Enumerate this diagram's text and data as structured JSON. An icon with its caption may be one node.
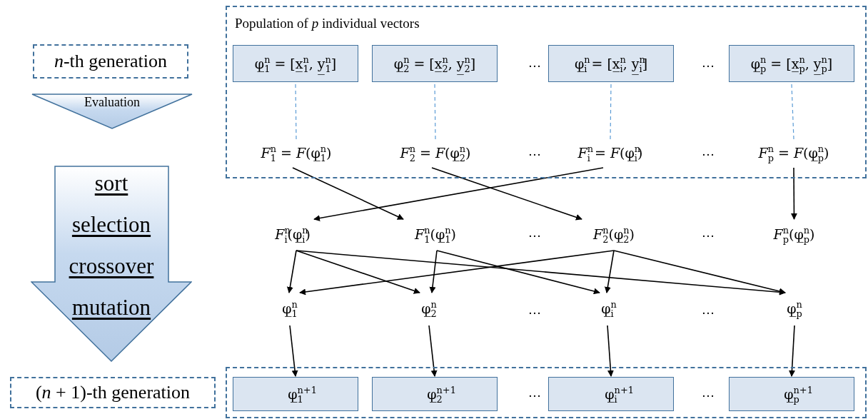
{
  "diagram": {
    "nodes": [
      {
        "text": [
          "*n*-th generation"
        ]
      },
      {
        "text": [
          "Evaluation"
        ]
      },
      {
        "text": [
          "sort",
          "selection",
          "crossover",
          "mutation"
        ]
      },
      {
        "text": [
          "(*n* + 1)-th generation"
        ]
      },
      {
        "text": [
          "Population of *p* individual vectors"
        ]
      },
      {
        "text": [
          "φ̲$^{n}$$_{1}$ = [x̲$^{n}$$_{1}$, y̲$^{n}$$_{1}$]"
        ],
        "in": 4
      },
      {
        "text": [
          "φ̲$^{n}$$_{2}$ = [x̲$^{n}$$_{2}$, y̲$^{n}$$_{2}$]"
        ],
        "in": 4
      },
      {
        "text": [
          "φ̲$^{n}$$_{i}$ = [x̲$^{n}$$_{i}$, y̲$^{n}$$_{i}$]"
        ],
        "in": 4
      },
      {
        "text": [
          "φ̲$^{n}$$_{p}$ = [x̲$^{n}$$_{p}$, y̲$^{n}$$_{p}$]"
        ],
        "in": 4
      },
      {
        "text": [
          "*F*$^{n}$$_{1}$ = *F*(φ̲$^{n}$$_{1}$)"
        ],
        "in": 4
      },
      {
        "text": [
          "*F*$^{n}$$_{2}$ = *F*(φ̲$^{n}$$_{2}$)"
        ],
        "in": 4
      },
      {
        "text": [
          "*F*$^{n}$$_{i}$ = *F*(φ̲$^{n}$$_{i}$)"
        ],
        "in": 4
      },
      {
        "text": [
          "*F*$^{n}$$_{p}$ = *F*(φ̲$^{n}$$_{p}$)"
        ],
        "in": 4
      },
      {
        "text": [
          "*F*$^{n}$$_{i}$(φ̲$^{n}$$_{i}$)"
        ]
      },
      {
        "text": [
          "*F*$^{n}$$_{1}$(φ̲$^{n}$$_{1}$)"
        ]
      },
      {
        "text": [
          "*F*$^{n}$$_{2}$(φ̲$^{n}$$_{2}$)"
        ]
      },
      {
        "text": [
          "*F*$^{n}$$_{p}$(φ̲$^{n}$$_{p}$)"
        ]
      },
      {
        "text": [
          "φ̲$^{n}$$_{1}$"
        ]
      },
      {
        "text": [
          "φ̲$^{n}$$_{2}$"
        ]
      },
      {
        "text": [
          "φ̲$^{n}$$_{i}$"
        ]
      },
      {
        "text": [
          "φ̲$^{n}$$_{p}$"
        ]
      },
      {
        "text": [],
        "shape": "box"
      },
      {
        "text": [
          "φ̲$^{n+1}$$_{1}$"
        ],
        "in": 21
      },
      {
        "text": [
          "φ̲$^{n+1}$$_{2}$"
        ],
        "in": 21
      },
      {
        "text": [
          "φ̲$^{n+1}$$_{i}$"
        ],
        "in": 21
      },
      {
        "text": [
          "φ̲$^{n+1}$$_{p}$"
        ],
        "in": 21
      }
    ],
    "edges": [
      {
        "from": 5,
        "to": 9,
        "arrow": "none",
        "style": "dashed",
        "color": "#5b9bd5"
      },
      {
        "from": 6,
        "to": 10,
        "arrow": "none",
        "style": "dashed",
        "color": "#5b9bd5"
      },
      {
        "from": 7,
        "to": 11,
        "arrow": "none",
        "style": "dashed",
        "color": "#5b9bd5"
      },
      {
        "from": 8,
        "to": 12,
        "arrow": "none",
        "style": "dashed",
        "color": "#5b9bd5"
      },
      {
        "from": 9,
        "to": 14,
        "arrow": "to"
      },
      {
        "from": 10,
        "to": 15,
        "arrow": "to"
      },
      {
        "from": 11,
        "to": 13,
        "arrow": "to"
      },
      {
        "from": 12,
        "to": 16,
        "arrow": "to"
      },
      {
        "from": 13,
        "to": 17,
        "arrow": "to"
      },
      {
        "from": 13,
        "to": 18,
        "arrow": "to"
      },
      {
        "from": 13,
        "to": 20,
        "arrow": "to"
      },
      {
        "from": 14,
        "to": 18,
        "arrow": "to"
      },
      {
        "from": 14,
        "to": 19,
        "arrow": "to"
      },
      {
        "from": 15,
        "to": 17,
        "arrow": "to"
      },
      {
        "from": 15,
        "to": 19,
        "arrow": "to"
      },
      {
        "from": 15,
        "to": 20,
        "arrow": "to"
      },
      {
        "from": 17,
        "to": 22,
        "arrow": "to"
      },
      {
        "from": 18,
        "to": 23,
        "arrow": "to"
      },
      {
        "from": 19,
        "to": 24,
        "arrow": "to"
      },
      {
        "from": 20,
        "to": 25,
        "arrow": "to"
      }
    ],
    "labels": [
      "…",
      "…",
      "…",
      "…",
      "…",
      "…",
      "…",
      "…",
      "…",
      "…"
    ]
  }
}
